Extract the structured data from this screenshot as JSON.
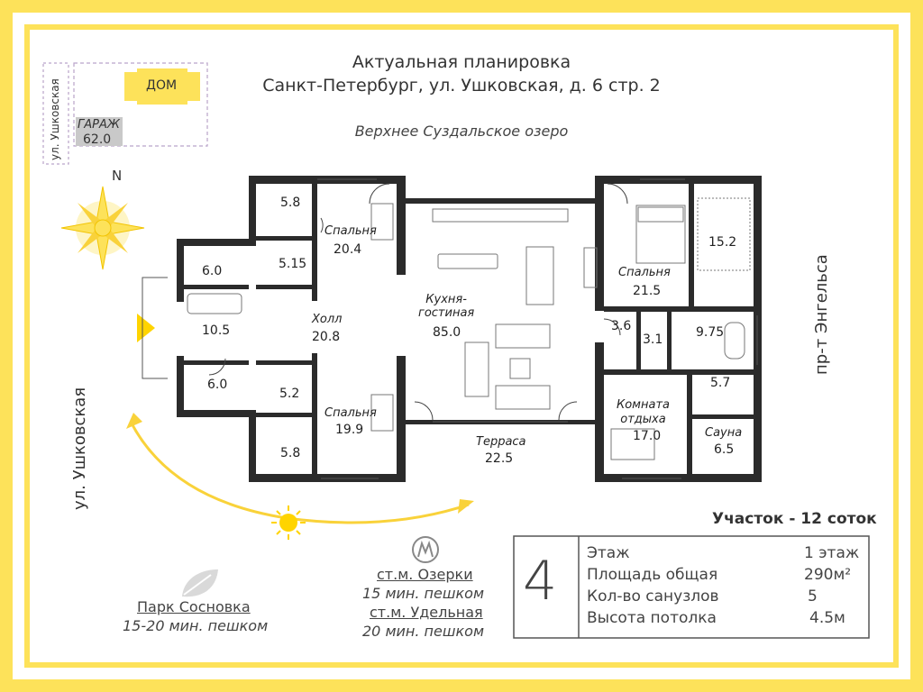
{
  "header": {
    "title_line1": "Актуальная планировка",
    "title_line2": "Санкт-Петербург, ул. Ушковская, д. 6 стр. 2",
    "lake": "Верхнее Суздальское озеро"
  },
  "site_map": {
    "house": "ДОМ",
    "garage_label": "ГАРАЖ",
    "garage_area": "62.0",
    "street": "ул. Ушковская"
  },
  "compass": {
    "north": "N"
  },
  "streets": {
    "left": "ул. Ушковская",
    "right": "пр-т Энгельса"
  },
  "rooms": [
    {
      "key": "wc-top",
      "name": "",
      "area": "5.8"
    },
    {
      "key": "bath-top",
      "name": "",
      "area": "5.15"
    },
    {
      "key": "bedroom-top",
      "name": "Спальня",
      "area": "20.4"
    },
    {
      "key": "storage-top",
      "name": "",
      "area": "6.0"
    },
    {
      "key": "entrance",
      "name": "",
      "area": "10.5"
    },
    {
      "key": "hall",
      "name": "Холл",
      "area": "20.8"
    },
    {
      "key": "storage-bottom",
      "name": "",
      "area": "6.0"
    },
    {
      "key": "bath-bottom",
      "name": "",
      "area": "5.2"
    },
    {
      "key": "wc-bottom",
      "name": "",
      "area": "5.8"
    },
    {
      "key": "bedroom-bottom",
      "name": "Спальня",
      "area": "19.9"
    },
    {
      "key": "kitchen",
      "name": "Кухня-\nгостиная",
      "area": "85.0"
    },
    {
      "key": "terrace",
      "name": "Терраса",
      "area": "22.5"
    },
    {
      "key": "master-bedroom",
      "name": "Спальня",
      "area": "21.5"
    },
    {
      "key": "wardrobe",
      "name": "",
      "area": "15.2"
    },
    {
      "key": "small-a",
      "name": "",
      "area": "3.6"
    },
    {
      "key": "small-b",
      "name": "",
      "area": "3.1"
    },
    {
      "key": "master-bath",
      "name": "",
      "area": "9.75"
    },
    {
      "key": "rest-room",
      "name": "Комната\nотдыха",
      "area": "17.0"
    },
    {
      "key": "shower",
      "name": "",
      "area": "5.7"
    },
    {
      "key": "sauna",
      "name": "Сауна",
      "area": "6.5"
    }
  ],
  "nearby": {
    "park_name": "Парк Сосновка",
    "park_walk": "15-20 мин. пешком",
    "metro1_name": "ст.м. Озерки",
    "metro1_walk": "15 мин. пешком",
    "metro2_name": "ст.м. Удельная",
    "metro2_walk": "20 мин. пешком"
  },
  "plot": "Участок - 12 соток",
  "info": {
    "number": "4",
    "rows": [
      {
        "label": "Этаж",
        "value": "1 этаж"
      },
      {
        "label": "Площадь общая",
        "value": "290м²"
      },
      {
        "label": "Кол-во санузлов",
        "value": "5"
      },
      {
        "label": "Высота потолка",
        "value": "4.5м"
      }
    ]
  },
  "colors": {
    "frame": "#fde25a",
    "inner_border": "#fde25a",
    "wall": "#2b2b2b",
    "accent": "#ffd400",
    "site_house": "#fde25a",
    "garage": "#c9c9c9"
  },
  "icons": [
    "compass-rose-icon",
    "sun-icon",
    "leaf-icon",
    "metro-icon",
    "entrance-arrow-icon"
  ]
}
